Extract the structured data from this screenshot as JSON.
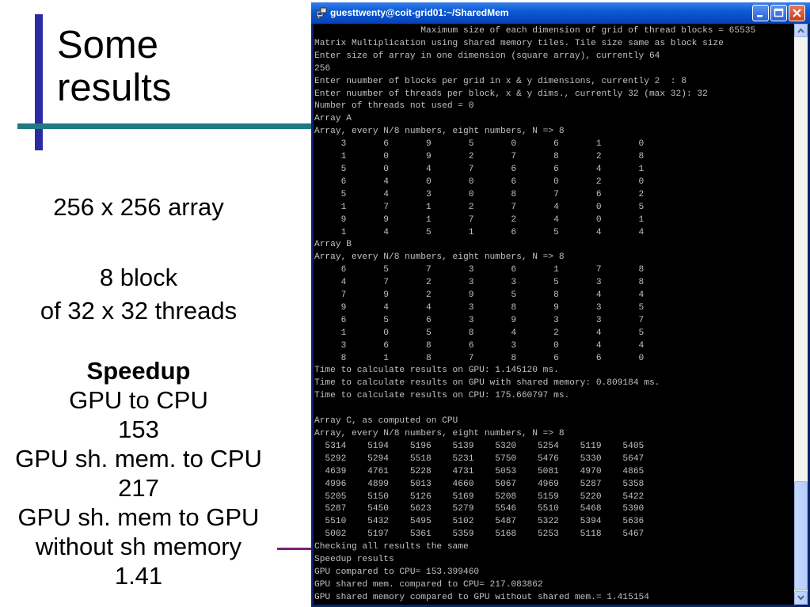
{
  "slide": {
    "title": "Some\nresults",
    "array_label": "256 x 256 array",
    "block_line1": "8 block",
    "block_line2": "of 32 x 32 threads",
    "speedup_heading": "Speedup",
    "speedup_lines": [
      "GPU to CPU",
      "153",
      "GPU sh. mem. to CPU",
      "217",
      "GPU sh. mem to GPU",
      "without sh memory",
      "1.41"
    ]
  },
  "window": {
    "title": "guesttwenty@coit-grid01:~/SharedMem",
    "console_lines": [
      "                    Maximum size of each dimension of grid of thread blocks = 65535",
      "Matrix Multiplication using shared memory tiles. Tile size same as block size",
      "Enter size of array in one dimension (square array), currently 64",
      "256",
      "Enter nuumber of blocks per grid in x & y dimensions, currently 2  : 8",
      "Enter nuumber of threads per block, x & y dims., currently 32 (max 32): 32",
      "Number of threads not used = 0",
      "Array A",
      "Array, every N/8 numbers, eight numbers, N => 8",
      "     3       6       9       5       0       6       1       0",
      "     1       0       9       2       7       8       2       8",
      "     5       0       4       7       6       6       4       1",
      "     6       4       0       0       6       0       2       0",
      "     5       4       3       0       8       7       6       2",
      "     1       7       1       2       7       4       0       5",
      "     9       9       1       7       2       4       0       1",
      "     1       4       5       1       6       5       4       4",
      "Array B",
      "Array, every N/8 numbers, eight numbers, N => 8",
      "     6       5       7       3       6       1       7       8",
      "     4       7       2       3       3       5       3       8",
      "     7       9       2       9       5       8       4       4",
      "     9       4       4       3       8       9       3       5",
      "     6       5       6       3       9       3       3       7",
      "     1       0       5       8       4       2       4       5",
      "     3       6       8       6       3       0       4       4",
      "     8       1       8       7       8       6       6       0",
      "Time to calculate results on GPU: 1.145120 ms.",
      "Time to calculate results on GPU with shared memory: 0.809184 ms.",
      "Time to calculate results on CPU: 175.660797 ms.",
      "",
      "Array C, as computed on CPU",
      "Array, every N/8 numbers, eight numbers, N => 8",
      "  5314    5194    5196    5139    5320    5254    5119    5405",
      "  5292    5294    5518    5231    5750    5476    5330    5647",
      "  4639    4761    5228    4731    5053    5081    4970    4865",
      "  4996    4899    5013    4660    5067    4969    5287    5358",
      "  5205    5150    5126    5169    5208    5159    5220    5422",
      "  5287    5450    5623    5279    5546    5510    5468    5390",
      "  5510    5432    5495    5102    5487    5322    5394    5636",
      "  5002    5197    5361    5359    5168    5253    5118    5467",
      "Checking all results the same",
      "Speedup results",
      "GPU compared to CPU= 153.399460",
      "GPU shared mem. compared to CPU= 217.083862",
      "GPU shared memory compared to GPU without shared mem.= 1.415154"
    ],
    "scroll_position": 0.95
  },
  "colors": {
    "title_bar_vertical": "#2b2ba3",
    "title_bar_horizontal": "#1f7a82",
    "pointer_line": "#7a1f7a",
    "console_bg": "#000000",
    "console_fg": "#c0c0c0"
  },
  "icons": {
    "window_icon": "putty-icon",
    "minimize": "minimize-icon",
    "maximize": "maximize-icon",
    "close": "close-icon",
    "scroll_up": "chevron-up-icon",
    "scroll_down": "chevron-down-icon"
  }
}
